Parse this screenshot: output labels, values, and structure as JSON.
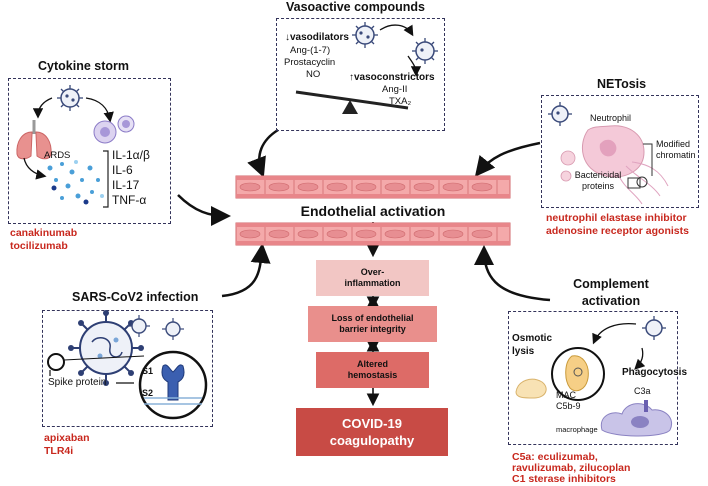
{
  "vasoactive": {
    "title": "Vasoactive compounds",
    "vasodilators_label": "↓vasodilators",
    "dilators": [
      "Ang-(1-7)",
      "Prostacyclin",
      "NO"
    ],
    "vasoconstrictors_label": "↑vasoconstrictors",
    "constrictors": [
      "Ang-II",
      "TXA₂"
    ]
  },
  "cytokine": {
    "title": "Cytokine storm",
    "ards_label": "ARDS",
    "cytokines": [
      "IL-1α/β",
      "IL-6",
      "IL-17",
      "TNF-α"
    ],
    "drugs": [
      "canakinumab",
      "tocilizumab"
    ]
  },
  "netosis": {
    "title": "NETosis",
    "neutrophil_label": "Neutrophil",
    "chromatin_label": "Modified chromatin",
    "proteins_label": "Bactericidal proteins",
    "drugs": [
      "neutrophil elastase inhibitor",
      "adenosine receptor agonists"
    ]
  },
  "center": {
    "title": "Endothelial activation",
    "steps": [
      "Over-inflammation",
      "Loss of endothelial barrier integrity",
      "Altered hemostasis"
    ],
    "final": "COVID-19 coagulopathy"
  },
  "sars": {
    "title": "SARS-CoV2 infection",
    "spike_label": "Spike protein",
    "s1_label": "S1",
    "s2_label": "S2",
    "drugs": [
      "apixaban",
      "TLR4i"
    ]
  },
  "complement": {
    "title": "Complement activation",
    "osmotic_label": "Osmotic lysis",
    "phagocytosis_label": "Phagocytosis",
    "mac_label": "MAC",
    "c5b9_label": "C5b-9",
    "c3a_label": "C3a",
    "macrophage_label": "macrophage",
    "drugs": [
      "C5a: eculizumab,",
      "ravulizumab, zilucoplan",
      "C1 sterase inhibitors"
    ]
  },
  "colors": {
    "vessel": "#e8868a",
    "step1": "#f2c6c4",
    "step2": "#e98f8c",
    "step3": "#dd6b67",
    "final": "#c84b45",
    "drug_text": "#c8281e"
  }
}
